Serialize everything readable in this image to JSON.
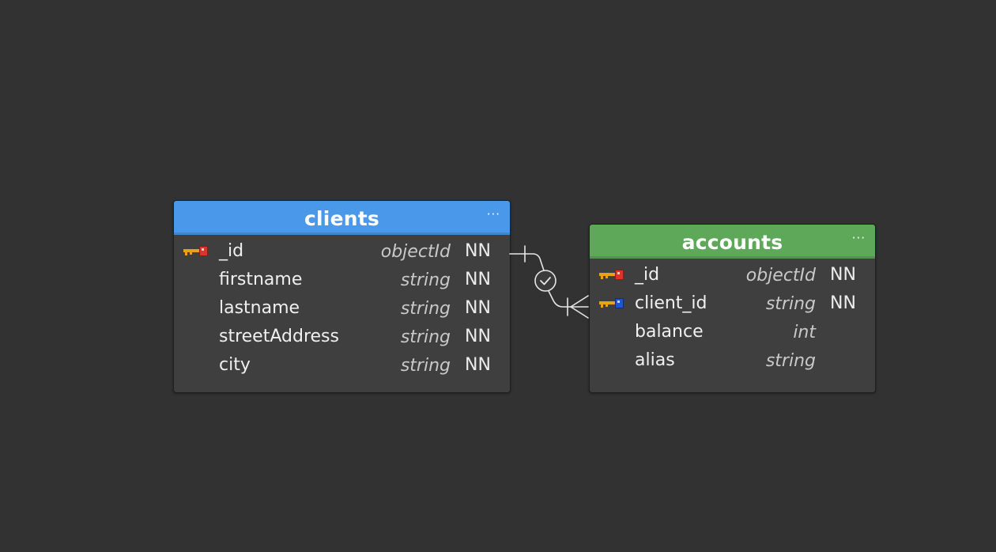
{
  "diagram": {
    "entities": [
      {
        "name": "clients",
        "header_color": "#4a98ea",
        "menu_label": "···",
        "fields": [
          {
            "name": "_id",
            "type": "objectId",
            "constraint": "NN",
            "key": "primary"
          },
          {
            "name": "firstname",
            "type": "string",
            "constraint": "NN",
            "key": "none"
          },
          {
            "name": "lastname",
            "type": "string",
            "constraint": "NN",
            "key": "none"
          },
          {
            "name": "streetAddress",
            "type": "string",
            "constraint": "NN",
            "key": "none"
          },
          {
            "name": "city",
            "type": "string",
            "constraint": "NN",
            "key": "none"
          }
        ]
      },
      {
        "name": "accounts",
        "header_color": "#5ea85a",
        "menu_label": "···",
        "fields": [
          {
            "name": "_id",
            "type": "objectId",
            "constraint": "NN",
            "key": "primary"
          },
          {
            "name": "client_id",
            "type": "string",
            "constraint": "NN",
            "key": "foreign"
          },
          {
            "name": "balance",
            "type": "int",
            "constraint": "",
            "key": "none"
          },
          {
            "name": "alias",
            "type": "string",
            "constraint": "",
            "key": "none"
          }
        ]
      }
    ],
    "relationship": {
      "from": "clients._id",
      "to": "accounts.client_id",
      "from_cardinality": "one",
      "to_cardinality": "one-or-many",
      "validated": true,
      "line_color": "#e6e6e6"
    },
    "colors": {
      "background": "#323232",
      "primary_key_icon": "#e0322a",
      "foreign_key_icon": "#1f54d6",
      "key_body": "#e7a11a"
    }
  }
}
